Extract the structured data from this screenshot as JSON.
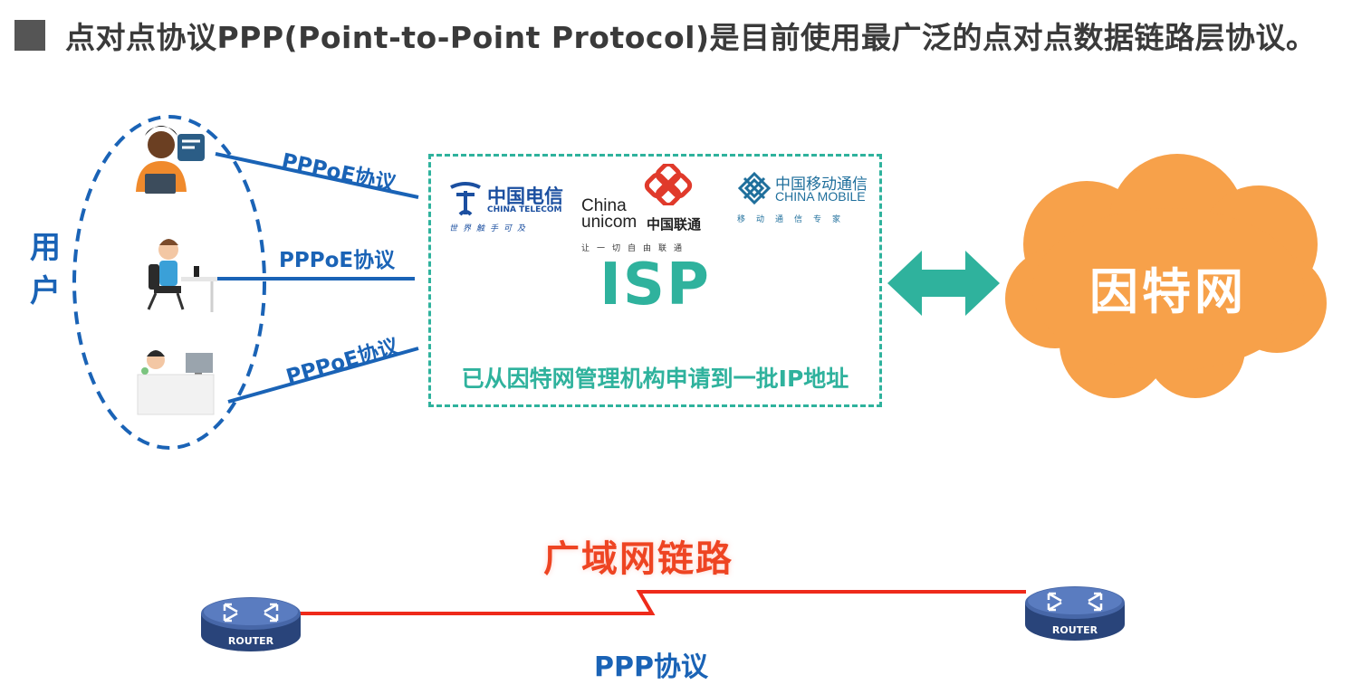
{
  "title": "点对点协议PPP(Point-to-Point Protocol)是目前使用最广泛的点对点数据链路层协议。",
  "users_label": "用户",
  "users_label_chars": [
    "用",
    "户"
  ],
  "pppoe_labels": [
    "PPPoE协议",
    "PPPoE协议",
    "PPPoE协议"
  ],
  "isp": {
    "label": "ISP",
    "note": "已从因特网管理机构申请到一批IP地址",
    "logos": {
      "telecom": {
        "name": "中国电信",
        "en": "CHINA TELECOM",
        "slogan": "世界触手可及"
      },
      "unicom": {
        "china": "China",
        "unicom": "unicom",
        "cn": "中国联通",
        "slogan": "让一切自由联通"
      },
      "mobile": {
        "name": "中国移动通信",
        "en": "CHINA MOBILE",
        "slogan": "移动通信专家"
      }
    }
  },
  "internet_label": "因特网",
  "wan_label": "广域网链路",
  "ppp_label": "PPP协议",
  "router_labels": [
    "ROUTER",
    "ROUTER"
  ],
  "colors": {
    "blue": "#1a63b6",
    "teal": "#2fb29d",
    "orange": "#f7a14a",
    "red": "#ee3322",
    "title": "#3a3a3a"
  },
  "icons": [
    "user-chat-laptop-icon",
    "user-desk-icon",
    "user-office-desk-icon",
    "router-icon",
    "router-icon",
    "cloud-icon",
    "bidirectional-arrow-icon"
  ]
}
